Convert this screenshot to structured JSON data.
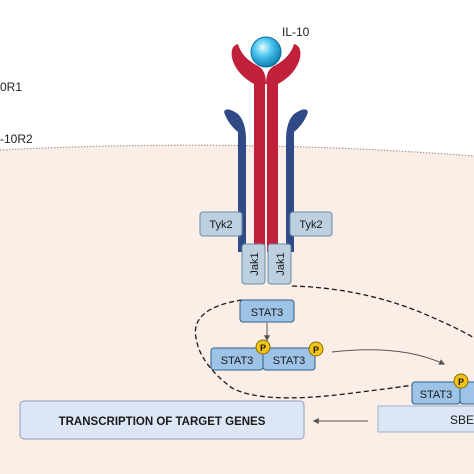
{
  "labels": {
    "ligand": "IL-10",
    "receptor1": "0R1",
    "receptor2": "-10R2",
    "tyk2_left": "Tyk2",
    "tyk2_right": "Tyk2",
    "jak1_left": "Jak1",
    "jak1_right": "Jak1",
    "stat3_single": "STAT3",
    "stat3_dimer_a": "STAT3",
    "stat3_dimer_b": "STAT3",
    "phospho_a": "P",
    "phospho_b": "P",
    "stat3_nuclear": "STAT3",
    "phospho_c": "P",
    "transcription": "TRANSCRIPTION OF TARGET GENES",
    "sbe": "SBE"
  },
  "colors": {
    "cell_bg": "#fbeee6",
    "membrane": "#9a8f88",
    "il10r1": "#c0203a",
    "il10r2": "#2f4a86",
    "ligand": "#35b8e8",
    "kinase_box": "#bcd0e0",
    "stat_box": "#9dc3e6",
    "stat_border": "#2f5f8a",
    "phospho": "#f2c318",
    "nucleus_box": "#dde6f4"
  }
}
